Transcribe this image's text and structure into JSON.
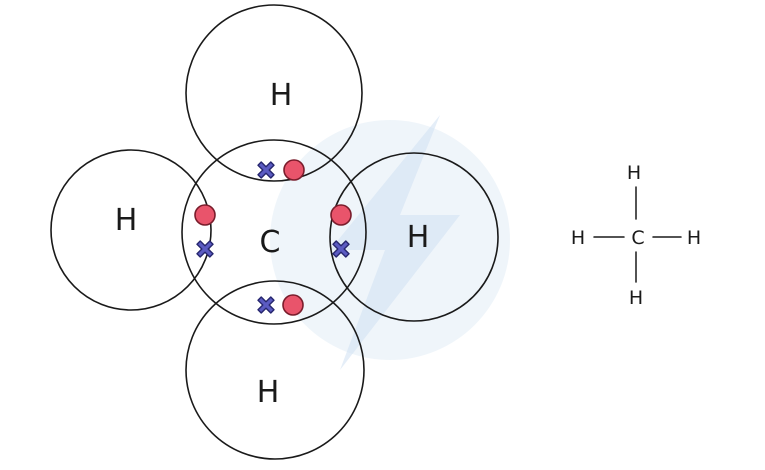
{
  "dot_cross": {
    "central_atom": "C",
    "outer_atoms": [
      {
        "id": "top",
        "label": "H"
      },
      {
        "id": "left",
        "label": "H"
      },
      {
        "id": "right",
        "label": "H"
      },
      {
        "id": "bottom",
        "label": "H"
      }
    ],
    "bonding_pairs": [
      "top",
      "left",
      "right",
      "bottom"
    ],
    "colors": {
      "outline": "#1a1a1a",
      "dot_fill": "#e9546b",
      "dot_stroke": "#7a1d2c",
      "cross_fill": "#5b5bc2",
      "cross_stroke": "#26266e"
    }
  },
  "structural_formula": {
    "center": "C",
    "top": "H",
    "left": "H",
    "right": "H",
    "bottom": "H"
  }
}
